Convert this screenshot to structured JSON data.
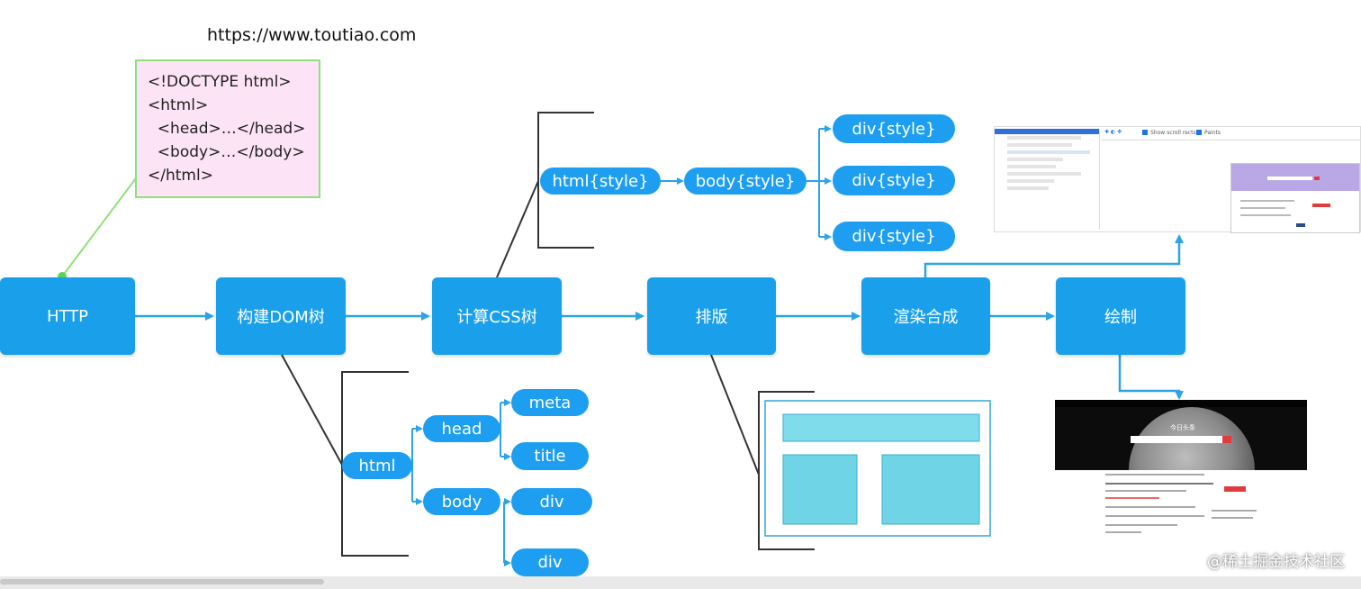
{
  "url": "https://www.toutiao.com",
  "code_lines": [
    "<!DOCTYPE html>",
    "<html>",
    "  <head>…</head>",
    "  <body>…</body>",
    "</html>"
  ],
  "stages": {
    "http": "HTTP",
    "dom": "构建DOM树",
    "css": "计算CSS树",
    "layout": "排版",
    "composite": "渲染合成",
    "paint": "绘制"
  },
  "css_tree": {
    "html": "html{style}",
    "body": "body{style}",
    "div1": "div{style}",
    "div2": "div{style}",
    "div3": "div{style}"
  },
  "dom_tree": {
    "html": "html",
    "head": "head",
    "body": "body",
    "meta": "meta",
    "title": "title",
    "div1": "div",
    "div2": "div"
  },
  "devtools": {
    "checkbox1": "Show scroll rects",
    "checkbox2": "Paints"
  },
  "thumbnail_page": {
    "logo": "今日头条"
  },
  "watermark": "@稀土掘金技术社区",
  "colors": {
    "stage": "#1aa0ea",
    "pill": "#1d9ef0",
    "arrow": "#2ba3e6",
    "code_bg": "#fce4f6",
    "code_border": "#8ee07a",
    "layout_fill": "#7fdceb"
  }
}
